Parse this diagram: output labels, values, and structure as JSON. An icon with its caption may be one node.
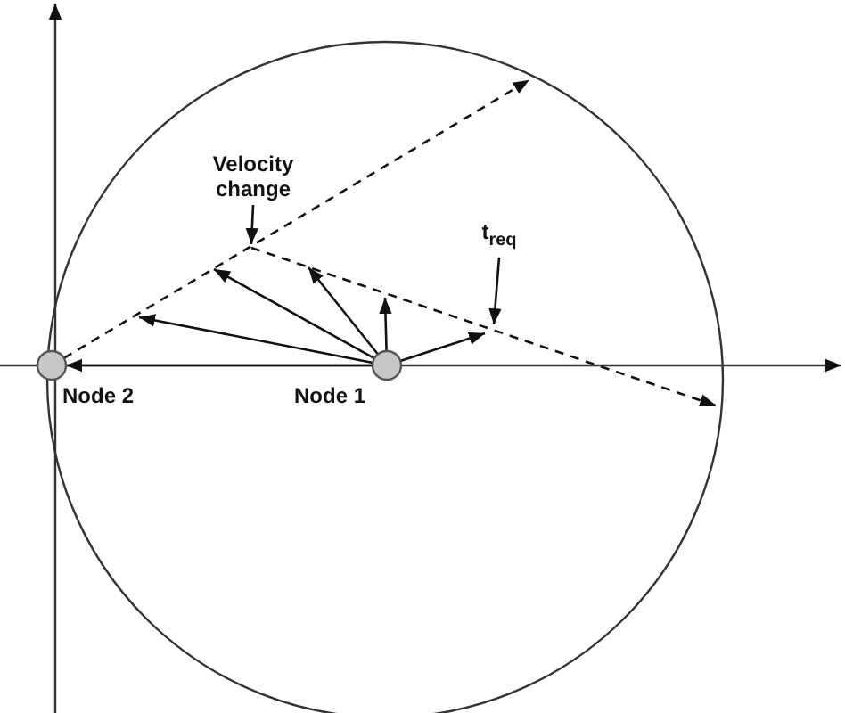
{
  "diagram": {
    "nodes": [
      {
        "text": [],
        "shape": "circle"
      },
      {
        "text": [
          "Velocity change"
        ],
        "in": 0
      },
      {
        "text": [
          "t$_{req}$"
        ],
        "in": 0
      },
      {
        "text": [
          "Node 2"
        ]
      },
      {
        "text": [
          "Node 1"
        ],
        "in": 0
      }
    ],
    "edges": [
      {
        "from": 4,
        "to": 3,
        "arrow": "to"
      },
      {
        "from": 4,
        "to": null,
        "arrow": "to"
      },
      {
        "from": 4,
        "to": null,
        "arrow": "to"
      },
      {
        "from": 4,
        "to": null,
        "arrow": "to"
      },
      {
        "from": 4,
        "to": null,
        "arrow": "to"
      },
      {
        "from": 4,
        "to": null,
        "arrow": "to"
      },
      {
        "from": 3,
        "to": 0,
        "arrow": "to",
        "style": "dashed"
      },
      {
        "from": null,
        "to": 0,
        "arrow": "to",
        "style": "dashed"
      },
      {
        "from": 1,
        "to": null,
        "arrow": "to"
      },
      {
        "from": 2,
        "to": null,
        "arrow": "to"
      }
    ]
  }
}
